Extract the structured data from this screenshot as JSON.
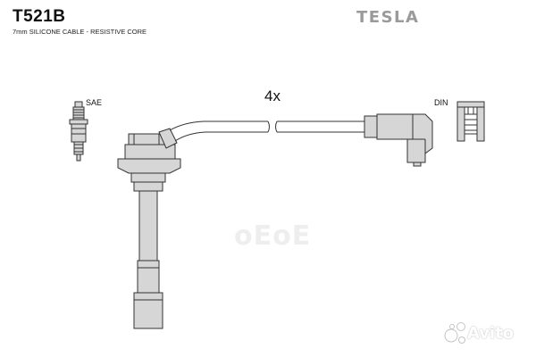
{
  "header": {
    "part_number": "T521B",
    "description": "7mm SILICONE CABLE - RESISTIVE CORE",
    "brand": "TESLA"
  },
  "diagram": {
    "quantity_label": "4x",
    "left_connector_label": "SAE",
    "right_connector_label": "DIN"
  },
  "watermarks": {
    "center": "оЕоЕ",
    "corner": "Avito"
  },
  "colors": {
    "line": "#333333",
    "fill": "#d6d6d6",
    "brand_gray": "#9a9a9a"
  }
}
